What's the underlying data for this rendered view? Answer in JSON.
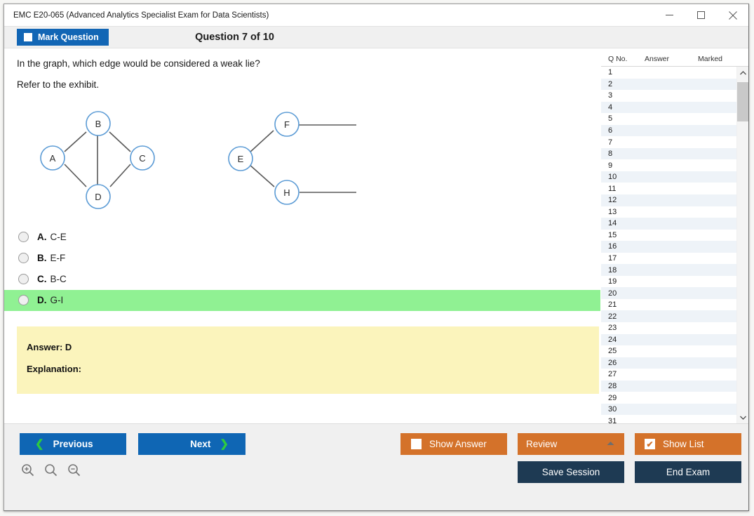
{
  "window": {
    "title": "EMC E20-065 (Advanced Analytics Specialist Exam for Data Scientists)",
    "minimize_icon": "minimize-icon",
    "maximize_icon": "maximize-icon",
    "close_icon": "close-icon"
  },
  "toolbar": {
    "mark_question_label": "Mark Question",
    "mark_question_checked": false,
    "question_counter": "Question 7 of 10"
  },
  "question": {
    "line1": "In the graph, which edge would be considered a weak lie?",
    "line2": "Refer to the exhibit.",
    "options": [
      {
        "letter": "A.",
        "text": "C-E",
        "correct": false
      },
      {
        "letter": "B.",
        "text": "E-F",
        "correct": false
      },
      {
        "letter": "C.",
        "text": "B-C",
        "correct": false
      },
      {
        "letter": "D.",
        "text": "G-I",
        "correct": true
      }
    ],
    "answer_label": "Answer: D",
    "explanation_label": "Explanation:"
  },
  "exhibit": {
    "graph_left": {
      "nodes": [
        "A",
        "B",
        "C",
        "D"
      ],
      "edges": [
        [
          "A",
          "B"
        ],
        [
          "B",
          "C"
        ],
        [
          "B",
          "D"
        ],
        [
          "A",
          "D"
        ],
        [
          "C",
          "D"
        ]
      ]
    },
    "graph_right": {
      "nodes": [
        "E",
        "F",
        "H"
      ],
      "edges": [
        [
          "E",
          "F"
        ],
        [
          "E",
          "H"
        ]
      ],
      "dangling_edges": 2
    }
  },
  "list_panel": {
    "columns": [
      "Q No.",
      "Answer",
      "Marked"
    ],
    "rows": [
      {
        "no": "1",
        "answer": "",
        "marked": ""
      },
      {
        "no": "2",
        "answer": "",
        "marked": ""
      },
      {
        "no": "3",
        "answer": "",
        "marked": ""
      },
      {
        "no": "4",
        "answer": "",
        "marked": ""
      },
      {
        "no": "5",
        "answer": "",
        "marked": ""
      },
      {
        "no": "6",
        "answer": "",
        "marked": ""
      },
      {
        "no": "7",
        "answer": "",
        "marked": ""
      },
      {
        "no": "8",
        "answer": "",
        "marked": ""
      },
      {
        "no": "9",
        "answer": "",
        "marked": ""
      },
      {
        "no": "10",
        "answer": "",
        "marked": ""
      },
      {
        "no": "11",
        "answer": "",
        "marked": ""
      },
      {
        "no": "12",
        "answer": "",
        "marked": ""
      },
      {
        "no": "13",
        "answer": "",
        "marked": ""
      },
      {
        "no": "14",
        "answer": "",
        "marked": ""
      },
      {
        "no": "15",
        "answer": "",
        "marked": ""
      },
      {
        "no": "16",
        "answer": "",
        "marked": ""
      },
      {
        "no": "17",
        "answer": "",
        "marked": ""
      },
      {
        "no": "18",
        "answer": "",
        "marked": ""
      },
      {
        "no": "19",
        "answer": "",
        "marked": ""
      },
      {
        "no": "20",
        "answer": "",
        "marked": ""
      },
      {
        "no": "21",
        "answer": "",
        "marked": ""
      },
      {
        "no": "22",
        "answer": "",
        "marked": ""
      },
      {
        "no": "23",
        "answer": "",
        "marked": ""
      },
      {
        "no": "24",
        "answer": "",
        "marked": ""
      },
      {
        "no": "25",
        "answer": "",
        "marked": ""
      },
      {
        "no": "26",
        "answer": "",
        "marked": ""
      },
      {
        "no": "27",
        "answer": "",
        "marked": ""
      },
      {
        "no": "28",
        "answer": "",
        "marked": ""
      },
      {
        "no": "29",
        "answer": "",
        "marked": ""
      },
      {
        "no": "30",
        "answer": "",
        "marked": ""
      },
      {
        "no": "31",
        "answer": "",
        "marked": ""
      }
    ],
    "scroll_up_icon": "chevron-up-icon",
    "scroll_down_icon": "chevron-down-icon"
  },
  "footer": {
    "previous_label": "Previous",
    "next_label": "Next",
    "prev_chevron": "chevron-left-icon",
    "next_chevron": "chevron-right-icon",
    "zoom_in_icon": "zoom-in-icon",
    "zoom_reset_icon": "zoom-reset-icon",
    "zoom_out_icon": "zoom-out-icon",
    "show_answer_label": "Show Answer",
    "show_answer_checked": false,
    "review_label": "Review",
    "review_caret": "caret-up-icon",
    "show_list_label": "Show List",
    "show_list_checked": true,
    "show_list_check_glyph": "✔",
    "save_session_label": "Save Session",
    "end_exam_label": "End Exam"
  },
  "colors": {
    "primary_blue": "#0f66b4",
    "orange": "#d4722a",
    "dark_navy": "#1e3a53",
    "correct_green": "#90f193",
    "answer_yellow": "#fbf4bc",
    "node_stroke": "#5b9bd5",
    "edge_stroke": "#595959"
  }
}
